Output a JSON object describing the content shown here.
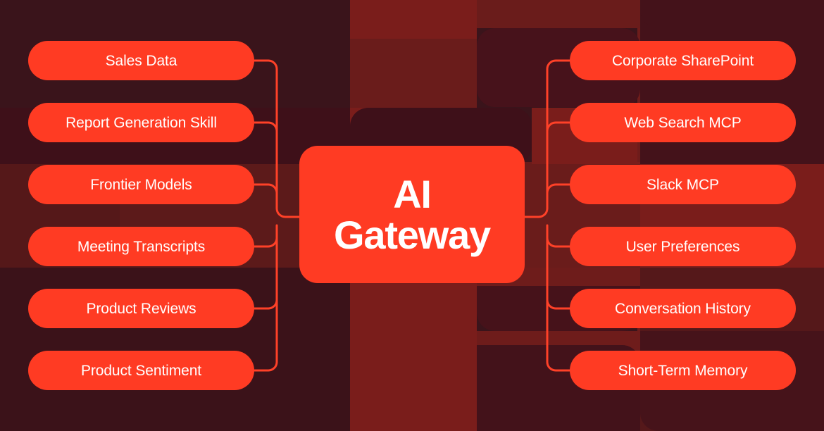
{
  "diagram": {
    "title": "AI Gateway",
    "center": {
      "line1": "AI",
      "line2": "Gateway"
    },
    "colors": {
      "node_fill": "#FF3B23",
      "node_text": "#FFFFFF",
      "connector": "#FF4128",
      "background_dark": "#3A141B",
      "background_mid": "#7A1D1B",
      "background_deep": "#4A1419",
      "background_block": "#461219"
    },
    "left_nodes": [
      {
        "label": "Sales Data"
      },
      {
        "label": "Report Generation Skill"
      },
      {
        "label": "Frontier Models"
      },
      {
        "label": "Meeting Transcripts"
      },
      {
        "label": "Product Reviews"
      },
      {
        "label": "Product Sentiment"
      }
    ],
    "right_nodes": [
      {
        "label": "Corporate SharePoint"
      },
      {
        "label": "Web Search MCP"
      },
      {
        "label": "Slack MCP"
      },
      {
        "label": "User Preferences"
      },
      {
        "label": "Conversation History"
      },
      {
        "label": "Short-Term Memory"
      }
    ]
  }
}
